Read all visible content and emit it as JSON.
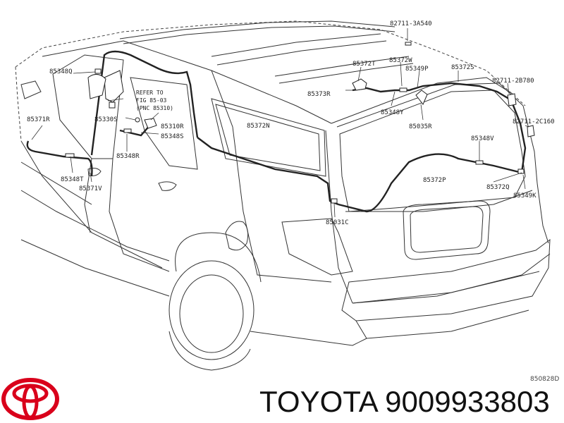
{
  "diagram": {
    "labels": [
      "82711-3A540",
      "85372T",
      "85372W",
      "85349P",
      "85372S",
      "82711-2B780",
      "85373R",
      "85348Y",
      "85035R",
      "82711-2C160",
      "85348Q",
      "85330S",
      "85310R",
      "85348S",
      "85371R",
      "85348R",
      "85348T",
      "85371V",
      "85372N",
      "85372P",
      "85348V",
      "85372Q",
      "85349K",
      "85031C"
    ],
    "refer_note": [
      "REFER TO",
      "FIG 85-03",
      "(PNC 85310)"
    ],
    "drawing_code": "850828D"
  },
  "brand": {
    "logo_name": "TOYOTA",
    "caption": "TOYOTA 9009933803",
    "colors": {
      "logo": "#d9001b",
      "text": "#111111"
    }
  }
}
